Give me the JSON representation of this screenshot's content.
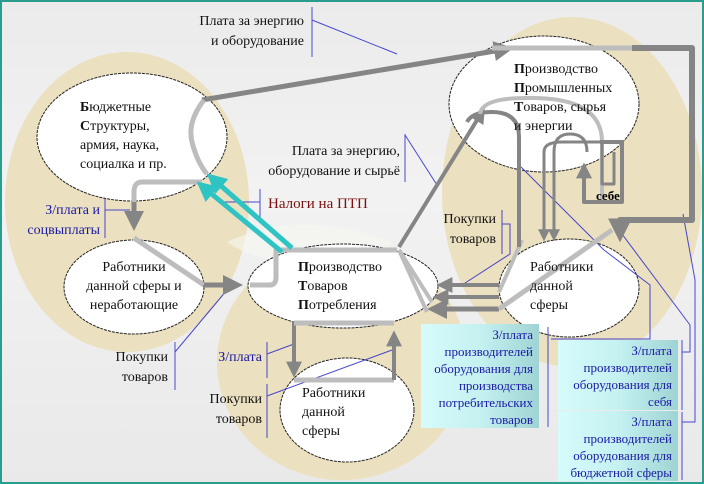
{
  "nodes": {
    "budget": {
      "lines": [
        {
          "first": "Б",
          "rest": "юджетные"
        },
        {
          "first": "С",
          "rest": "труктуры,"
        },
        {
          "first": "",
          "rest": "армия, наука,"
        },
        {
          "first": "",
          "rest": "социалка и пр."
        }
      ]
    },
    "workers_budget": {
      "lines": [
        "Работники",
        "данной сферы и",
        "неработающие"
      ]
    },
    "consumer_goods": {
      "lines": [
        {
          "first": "П",
          "rest": "роизводство"
        },
        {
          "first": "Т",
          "rest": "оваров"
        },
        {
          "first": "П",
          "rest": "отребления"
        }
      ]
    },
    "workers_consumer": {
      "lines": [
        "Работники",
        "данной",
        "сферы"
      ]
    },
    "industrial": {
      "lines": [
        {
          "first": "П",
          "rest": "роизводство"
        },
        {
          "first": "П",
          "rest": "ромышленных"
        },
        {
          "first": "Т",
          "rest": "оваров, сырья"
        },
        {
          "first": "",
          "rest": "и энергии"
        }
      ]
    },
    "workers_industrial": {
      "lines": [
        "Работники",
        "данной",
        "сферы"
      ]
    }
  },
  "labels": {
    "energy_equipment": [
      "Плата за энергию",
      "и оборудование"
    ],
    "energy_equipment_raw": [
      "Плата за энергию,",
      "оборудование и сырьё"
    ],
    "taxes": "Налоги на ПТП",
    "salary_social": [
      "З/плата и",
      "соцвыплаты"
    ],
    "purchases_left": [
      "Покупки",
      "товаров"
    ],
    "salary_consumer": "З/плата",
    "purchases_bottom": [
      "Покупки",
      "товаров"
    ],
    "purchases_right": [
      "Покупки",
      "товаров"
    ],
    "self": "себе"
  },
  "boxes": {
    "salary_consumer_equipment": [
      "З/плата",
      "производителей",
      "оборудования для",
      "производства",
      "потребительских",
      "товаров"
    ],
    "salary_self": [
      "З/плата",
      "производителей",
      "оборудования для",
      "себя"
    ],
    "salary_budget": [
      "З/плата",
      "производителей",
      "оборудования для",
      "бюджетной сферы"
    ]
  },
  "colors": {
    "border": "#2a9d8f",
    "blob": "#ebe0bf",
    "arrow_dark": "#858585",
    "arrow_light": "#bdbdbd",
    "arrow_tax": "#2ec4c4",
    "leader": "#2b2bcc",
    "text_blue": "#1a1aa6",
    "text_red": "#7a1010"
  }
}
